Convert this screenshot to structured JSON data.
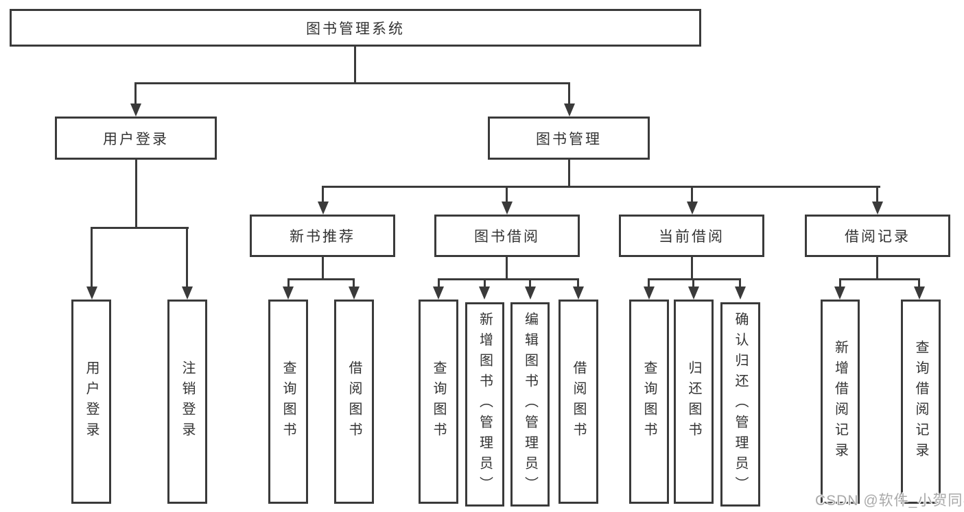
{
  "nodes": {
    "root": "图书管理系统",
    "user_login": "用户登录",
    "book_management": "图书管理",
    "new_book_recommend": "新书推荐",
    "book_borrow": "图书借阅",
    "current_borrow": "当前借阅",
    "borrow_record": "借阅记录",
    "leaf_user_login": "用户登录",
    "leaf_logout": "注销登录",
    "leaf_query_book_recommend": "查询图书",
    "leaf_borrow_book_recommend": "借阅图书",
    "leaf_query_book_borrow": "查询图书",
    "leaf_add_book_admin": "新增图书（管理员）",
    "leaf_edit_book_admin": "编辑图书（管理员）",
    "leaf_borrow_book": "借阅图书",
    "leaf_query_book_current": "查询图书",
    "leaf_return_book": "归还图书",
    "leaf_confirm_return_admin": "确认归还（管理员）",
    "leaf_add_borrow_record": "新增借阅记录",
    "leaf_query_borrow_record": "查询借阅记录"
  },
  "watermark": "CSDN @软件_小贺同学",
  "colors": {
    "line": "#3a3a3a",
    "text": "#333333",
    "background": "#ffffff",
    "watermark": "#a9a9a9"
  }
}
